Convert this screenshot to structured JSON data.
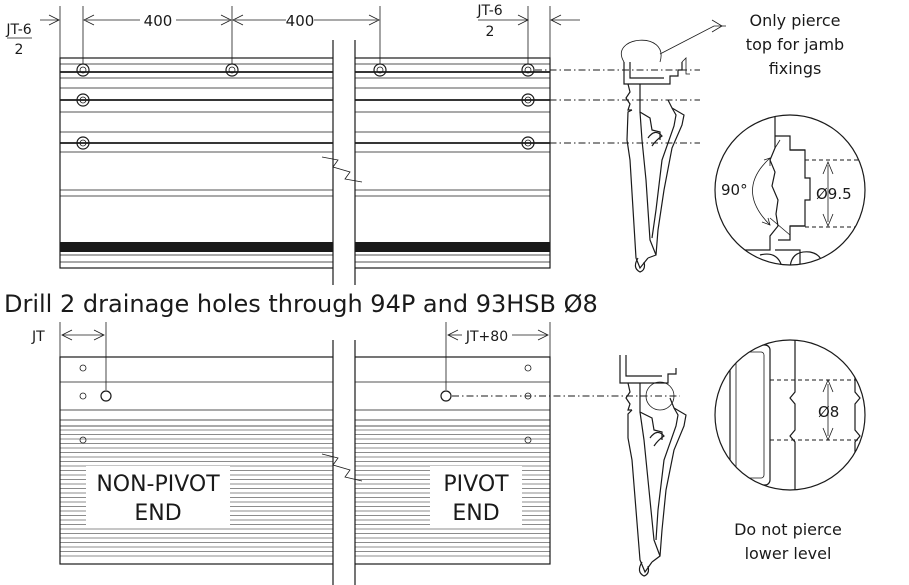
{
  "dimensions": {
    "spacing_left": "400",
    "spacing_right": "400",
    "end_offset_left_num": "JT-6",
    "end_offset_left_den": "2",
    "end_offset_right_num": "JT-6",
    "end_offset_right_den": "2",
    "bottom_left_offset": "JT",
    "bottom_right_offset": "JT+80"
  },
  "notes": {
    "pierce_top": [
      "Only pierce",
      "top for jamb",
      "fixings"
    ],
    "drainage_instruction": "Drill 2 drainage holes through 94P and 93HSB Ø8",
    "no_pierce": [
      "Do not pierce",
      "lower level"
    ]
  },
  "details": {
    "angle": "90°",
    "top_hole_dia": "Ø9.5",
    "bottom_hole_dia": "Ø8"
  },
  "end_labels": {
    "non_pivot": [
      "NON-PIVOT",
      "END"
    ],
    "pivot": [
      "PIVOT",
      "END"
    ]
  }
}
